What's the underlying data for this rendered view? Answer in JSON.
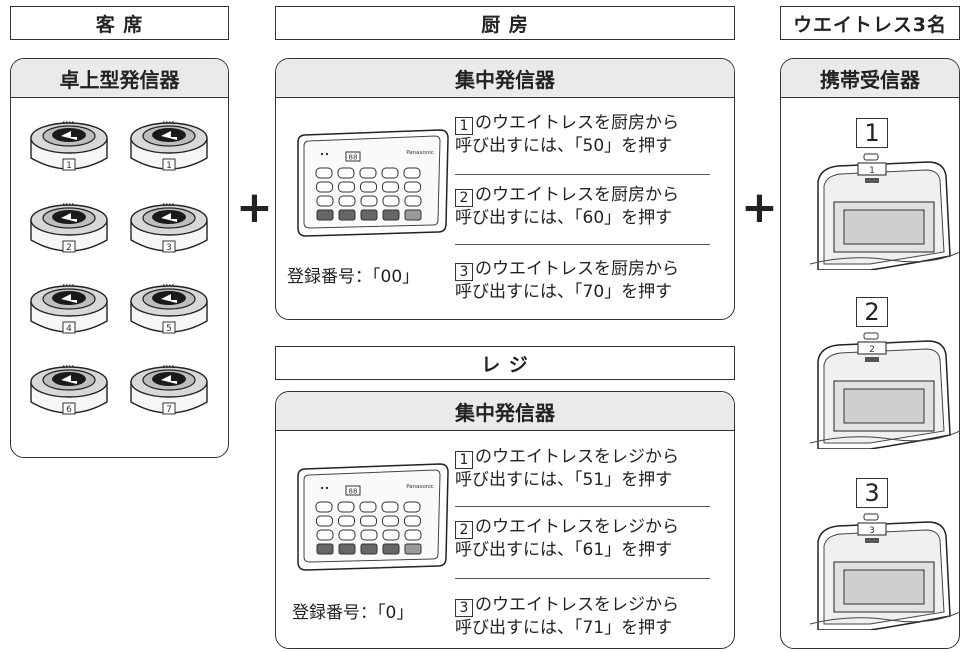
{
  "headers": {
    "seats": "客 席",
    "kitchen": "厨 房",
    "waitress": "ウエイトレス3名",
    "register": "レ ジ"
  },
  "panels": {
    "tabletop": "卓上型発信器",
    "central_kitchen": "集中発信器",
    "central_register": "集中発信器",
    "portable": "携帯受信器"
  },
  "transmitter_labels": [
    "1",
    "1",
    "2",
    "3",
    "4",
    "5",
    "6",
    "7"
  ],
  "kitchen": {
    "registration": "登録番号：「00」",
    "instructions": [
      {
        "num": "1",
        "line1": "のウエイトレスを厨房から",
        "line2": "呼び出すには、「50」を押す"
      },
      {
        "num": "2",
        "line1": "のウエイトレスを厨房から",
        "line2": "呼び出すには、「60」を押す"
      },
      {
        "num": "3",
        "line1": "のウエイトレスを厨房から",
        "line2": "呼び出すには、「70」を押す"
      }
    ]
  },
  "register": {
    "registration": "登録番号：「0」",
    "instructions": [
      {
        "num": "1",
        "line1": "のウエイトレスをレジから",
        "line2": "呼び出すには、「51」を押す"
      },
      {
        "num": "2",
        "line1": "のウエイトレスをレジから",
        "line2": "呼び出すには、「61」を押す"
      },
      {
        "num": "3",
        "line1": "のウエイトレスをレジから",
        "line2": "呼び出すには、「71」を押す"
      }
    ]
  },
  "receivers": [
    {
      "num": "1",
      "device_label": "1"
    },
    {
      "num": "2",
      "device_label": "2"
    },
    {
      "num": "3",
      "device_label": "3"
    }
  ],
  "device_brand": "Panasonic",
  "display_digits": "88",
  "plus_sign": "+"
}
